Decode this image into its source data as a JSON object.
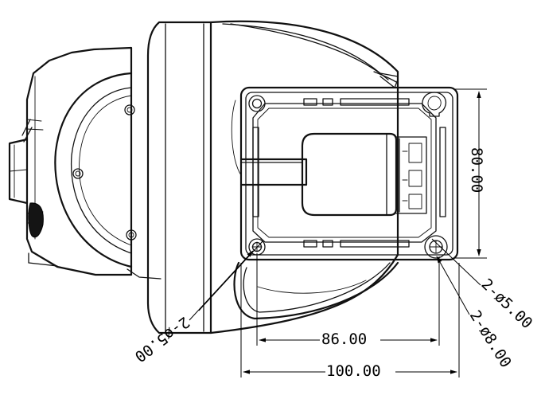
{
  "dimensions": {
    "height_plate": "80.00",
    "width_inner": "86.00",
    "width_outer": "100.00",
    "hole_small_left": "2-ø5.00",
    "hole_small_right": "2-ø5.00",
    "hole_large": "2-ø8.00"
  }
}
